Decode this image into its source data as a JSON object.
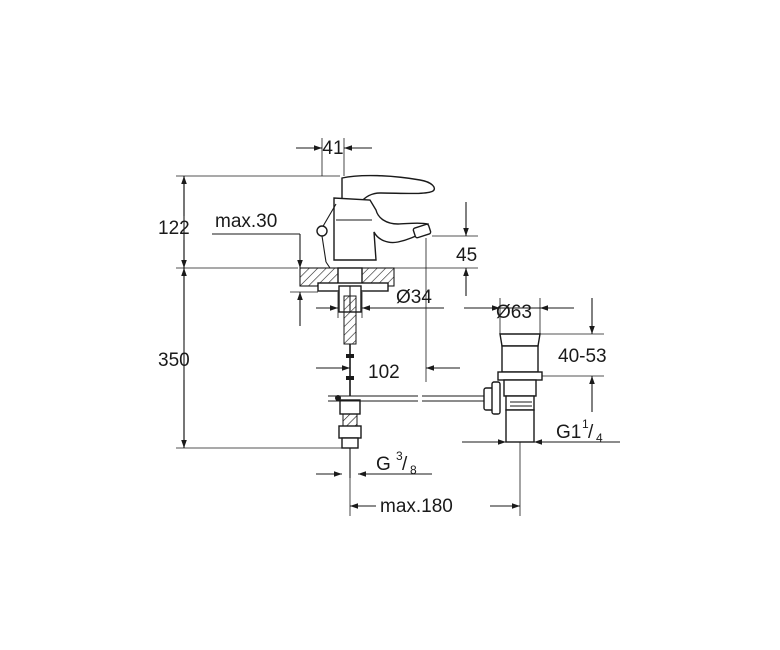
{
  "dimensions": {
    "d41": "41",
    "d122": "122",
    "max30": "max.30",
    "d45": "45",
    "dia34": "Ø34",
    "dia63": "Ø63",
    "d350": "350",
    "d102": "102",
    "range40_53": "40-53",
    "g1_main": "G1",
    "g1_num": "1",
    "g1_den": "4",
    "g38_main": "G",
    "g38_num": "3",
    "g38_den": "8",
    "max180": "max.180"
  },
  "colors": {
    "line": "#1a1a1a",
    "background": "#ffffff"
  }
}
